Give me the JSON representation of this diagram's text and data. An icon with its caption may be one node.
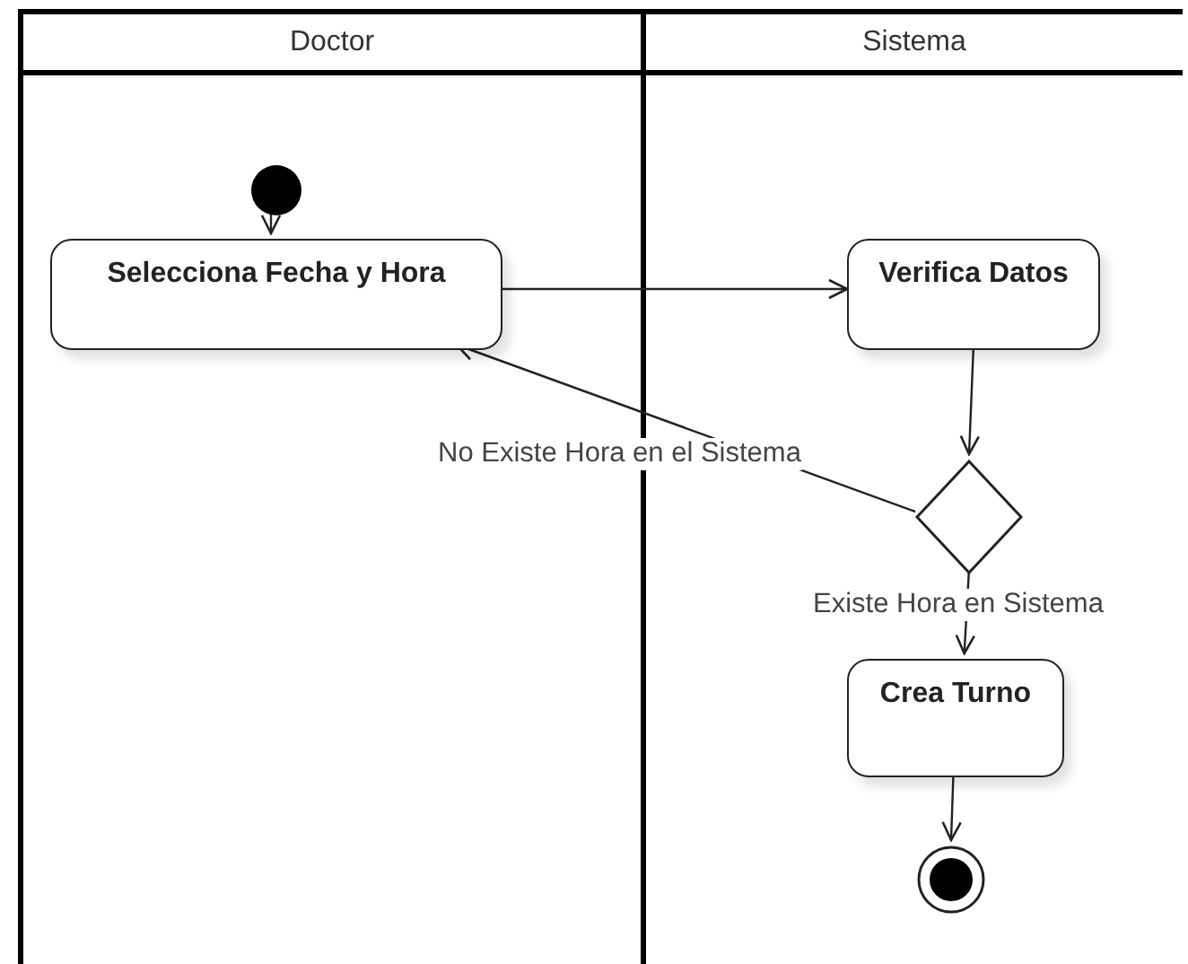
{
  "diagram": {
    "nodes": [
      {
        "text": [
          "Doctor"
        ]
      },
      {
        "text": [
          "Sistema"
        ]
      },
      {
        "text": [],
        "shape": "circle",
        "in": 0
      },
      {
        "text": [
          "Selecciona Fecha y Hora"
        ],
        "in": 0
      },
      {
        "text": [
          "Verifica Datos"
        ],
        "in": 1
      },
      {
        "text": [],
        "shape": "diamond",
        "in": 1
      },
      {
        "text": [
          "Crea Turno"
        ],
        "in": 1
      },
      {
        "text": [],
        "shape": "bullseye",
        "in": 1
      }
    ],
    "edges": [
      {
        "from": 2,
        "to": 3,
        "arrow": "to"
      },
      {
        "from": 3,
        "to": 4,
        "arrow": "to"
      },
      {
        "from": 4,
        "to": 5,
        "arrow": "to"
      },
      {
        "from": 5,
        "to": 3,
        "arrow": "to",
        "label": "No Existe Hora en el Sistema"
      },
      {
        "from": 5,
        "to": 6,
        "arrow": "to",
        "label": "Existe Hora en Sistema"
      },
      {
        "from": 6,
        "to": 7,
        "arrow": "to"
      }
    ]
  }
}
